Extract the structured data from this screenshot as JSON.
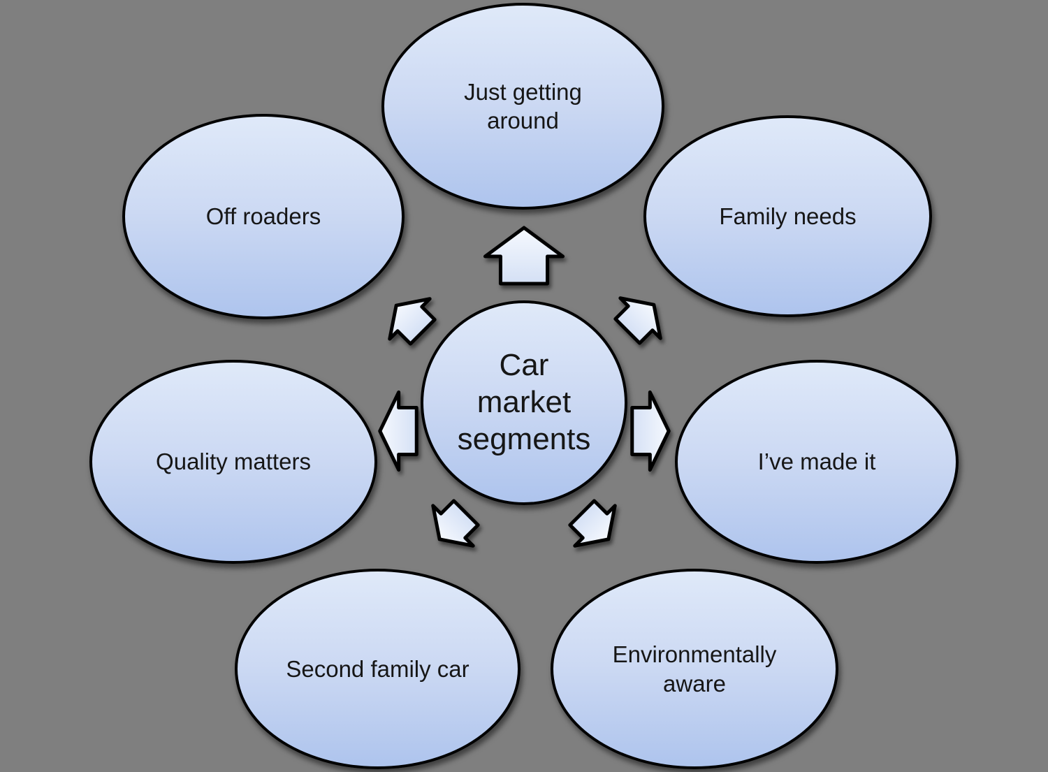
{
  "diagram": {
    "type": "radial-cycle",
    "background_color": "#7f7f7f",
    "node_fill_top": "#dfe9f9",
    "node_fill_bottom": "#aec4ed",
    "arrow_fill_top": "#f6f9fe",
    "arrow_fill_bottom": "#d4e0f5",
    "outline_color": "#000000",
    "text_color": "#161616",
    "center": {
      "lines": [
        "Car",
        "market",
        "segments"
      ]
    },
    "segments": [
      {
        "id": "just-getting-around",
        "position": "top",
        "lines": [
          "Just getting",
          "around"
        ]
      },
      {
        "id": "family-needs",
        "position": "top-right",
        "lines": [
          "Family needs"
        ]
      },
      {
        "id": "ive-made-it",
        "position": "right",
        "lines": [
          "I’ve made it"
        ]
      },
      {
        "id": "environmentally-aware",
        "position": "bottom-right",
        "lines": [
          "Environmentally",
          "aware"
        ]
      },
      {
        "id": "second-family-car",
        "position": "bottom-left",
        "lines": [
          "Second family car"
        ]
      },
      {
        "id": "quality-matters",
        "position": "left",
        "lines": [
          "Quality matters"
        ]
      },
      {
        "id": "off-roaders",
        "position": "top-left",
        "lines": [
          "Off roaders"
        ]
      }
    ],
    "arrows": {
      "directions": [
        "up",
        "up-left",
        "up-right",
        "left",
        "right",
        "down-left",
        "down-right"
      ]
    }
  }
}
